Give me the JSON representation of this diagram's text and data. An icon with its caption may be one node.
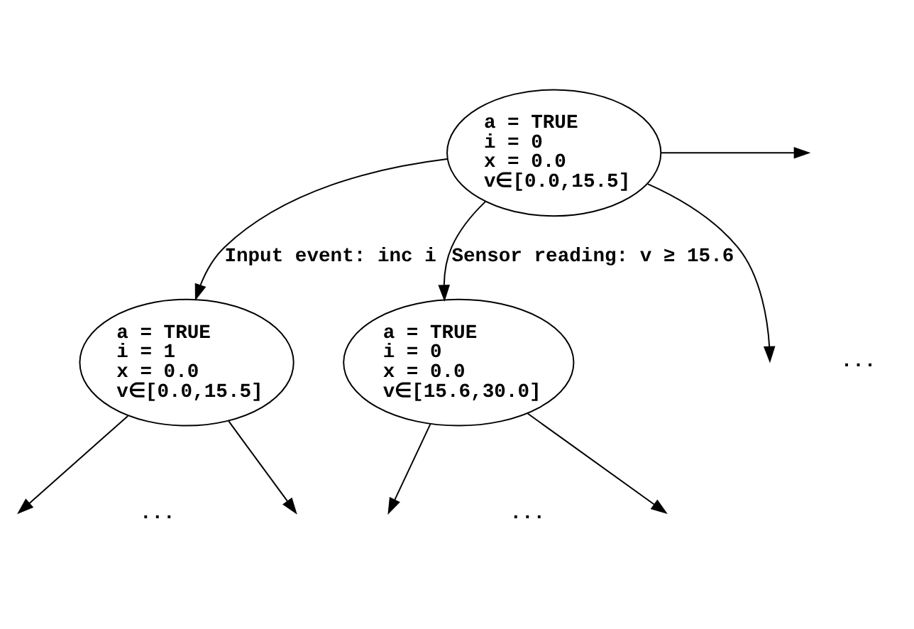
{
  "diagram": {
    "nodes": [
      {
        "text": [
          "a = TRUE",
          "i = 0",
          "x = 0.0",
          "v∈[0.0,15.5]"
        ]
      },
      {
        "text": [
          "a = TRUE",
          "i = 1",
          "x = 0.0",
          "v∈[0.0,15.5]"
        ]
      },
      {
        "text": [
          "a = TRUE",
          "i = 0",
          "x = 0.0",
          "v∈[15.6,30.0]"
        ]
      }
    ],
    "edges": [
      {
        "from": 0,
        "to": null,
        "arrow": "to"
      },
      {
        "from": 0,
        "to": null,
        "arrow": "to"
      },
      {
        "from": 0,
        "to": 1,
        "arrow": "to",
        "label": "Input event: inc i"
      },
      {
        "from": 0,
        "to": 2,
        "arrow": "to",
        "label": "Sensor reading: v ≥ 15.6"
      },
      {
        "from": 1,
        "to": null,
        "arrow": "to"
      },
      {
        "from": 1,
        "to": null,
        "arrow": "to"
      },
      {
        "from": 2,
        "to": null,
        "arrow": "to"
      },
      {
        "from": 2,
        "to": null,
        "arrow": "to"
      }
    ],
    "labels": [
      "...",
      "...",
      "..."
    ]
  }
}
